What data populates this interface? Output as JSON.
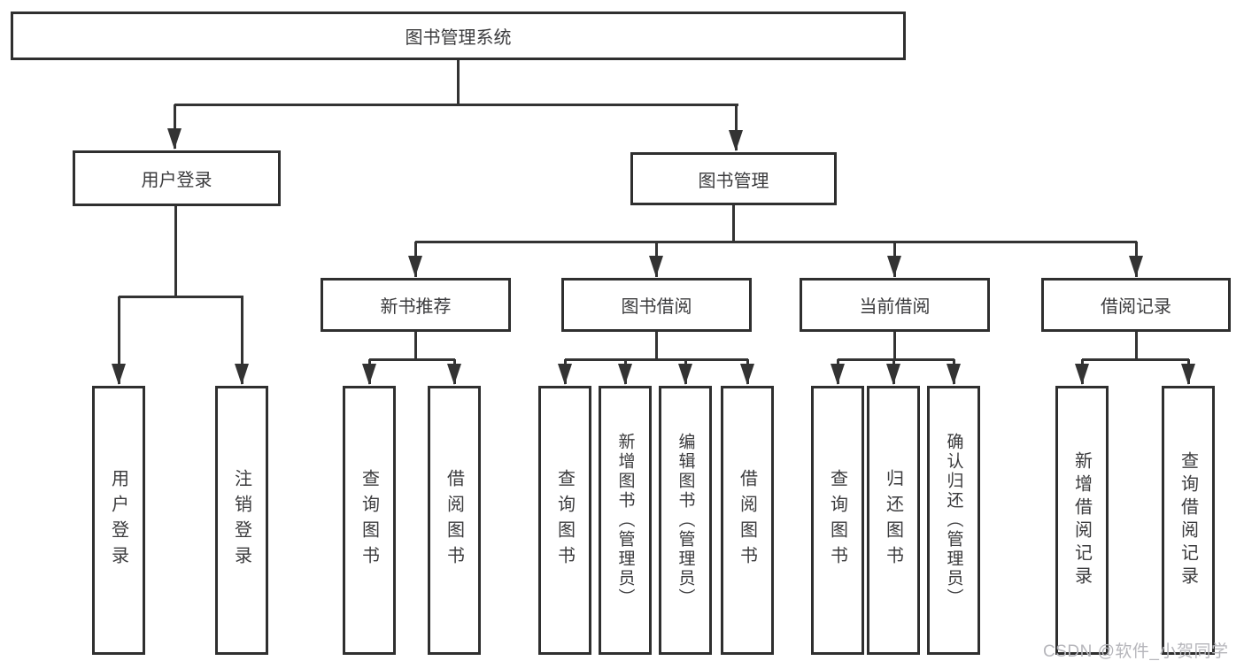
{
  "nodes": {
    "root": {
      "label": "图书管理系统"
    },
    "userLogin": {
      "label": "用户登录"
    },
    "bookManagement": {
      "label": "图书管理"
    },
    "newBookRecommend": {
      "label": "新书推荐"
    },
    "bookBorrowing": {
      "label": "图书借阅"
    },
    "currentBorrowing": {
      "label": "当前借阅"
    },
    "borrowingRecords": {
      "label": "借阅记录"
    },
    "leafUserLogin": {
      "label": "用户登录"
    },
    "leafLogout": {
      "label": "注销登录"
    },
    "leafRecommendQuery": {
      "label": "查询图书"
    },
    "leafRecommendBorrow": {
      "label": "借阅图书"
    },
    "leafBorrowQuery": {
      "label": "查询图书"
    },
    "leafBorrowAdd": {
      "label": "新增图书（管理员）"
    },
    "leafBorrowEdit": {
      "label": "编辑图书（管理员）"
    },
    "leafBorrowBorrow": {
      "label": "借阅图书"
    },
    "leafCurrentQuery": {
      "label": "查询图书"
    },
    "leafCurrentReturn": {
      "label": "归还图书"
    },
    "leafCurrentConfirm": {
      "label": "确认归还（管理员）"
    },
    "leafRecordsAdd": {
      "label": "新增借阅记录"
    },
    "leafRecordsQuery": {
      "label": "查询借阅记录"
    }
  },
  "watermark": "CSDN @软件_小贺同学"
}
